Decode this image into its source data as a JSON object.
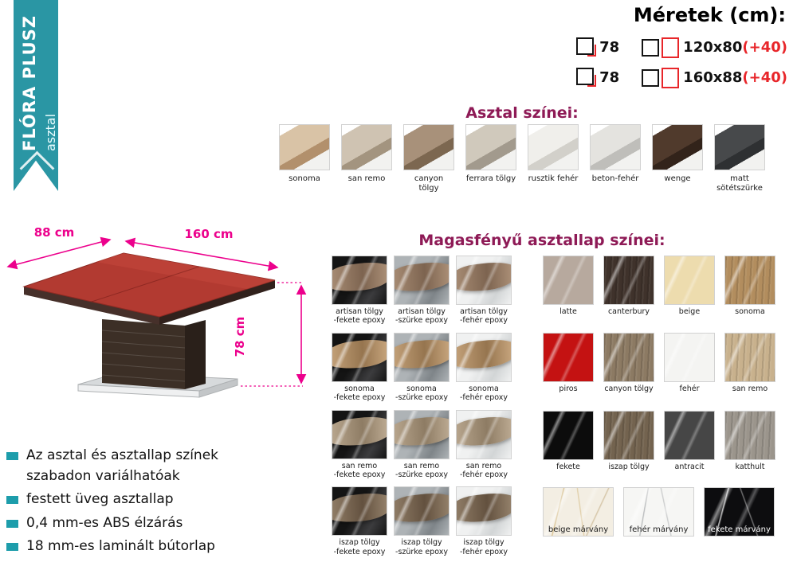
{
  "ribbon": {
    "title": "FLÓRA PLUSZ",
    "subtitle": "asztal",
    "color": "#2a96a4"
  },
  "sizes": {
    "title": "Méretek (cm):",
    "rows": [
      {
        "height": "78",
        "size": "120x80",
        "extra": "(+40)"
      },
      {
        "height": "78",
        "size": "160x88",
        "extra": "(+40)"
      }
    ]
  },
  "table_colors": {
    "title": "Asztal színei:",
    "items": [
      {
        "label": "sonoma",
        "key": "c-sonoma"
      },
      {
        "label": "san remo",
        "key": "c-sanremo"
      },
      {
        "label": "canyon tölgy",
        "key": "c-canyon"
      },
      {
        "label": "ferrara tölgy",
        "key": "c-ferrara"
      },
      {
        "label": "rusztik fehér",
        "key": "c-rusztik"
      },
      {
        "label": "beton-fehér",
        "key": "c-beton"
      },
      {
        "label": "wenge",
        "key": "c-wenge"
      },
      {
        "label": "matt sötétszürke",
        "key": "c-sotetszurke"
      }
    ]
  },
  "diagram": {
    "width_label": "88 cm",
    "length_label": "160 cm",
    "height_label": "78 cm",
    "accent": "#ec008c",
    "top_color": "#b23a31"
  },
  "top_colors": {
    "title": "Magasfényű asztallap színei:",
    "epoxy_items": [
      {
        "label1": "artisan tölgy",
        "label2": "-fekete epoxy",
        "wood": "wood-artisan",
        "epoxy": "epoxy-fekete"
      },
      {
        "label1": "artisan tölgy",
        "label2": "-szürke epoxy",
        "wood": "wood-artisan",
        "epoxy": "epoxy-szurke"
      },
      {
        "label1": "artisan tölgy",
        "label2": "-fehér epoxy",
        "wood": "wood-artisan",
        "epoxy": "epoxy-feher"
      },
      {
        "label1": "sonoma",
        "label2": "-fekete epoxy",
        "wood": "wood-sonoma",
        "epoxy": "epoxy-fekete"
      },
      {
        "label1": "sonoma",
        "label2": "-szürke epoxy",
        "wood": "wood-sonoma",
        "epoxy": "epoxy-szurke"
      },
      {
        "label1": "sonoma",
        "label2": "-fehér epoxy",
        "wood": "wood-sonoma",
        "epoxy": "epoxy-feher"
      },
      {
        "label1": "san remo",
        "label2": "-fekete epoxy",
        "wood": "wood-sanremo",
        "epoxy": "epoxy-fekete"
      },
      {
        "label1": "san remo",
        "label2": "-szürke epoxy",
        "wood": "wood-sanremo",
        "epoxy": "epoxy-szurke"
      },
      {
        "label1": "san remo",
        "label2": "-fehér epoxy",
        "wood": "wood-sanremo",
        "epoxy": "epoxy-feher"
      },
      {
        "label1": "iszap tölgy",
        "label2": "-fekete epoxy",
        "wood": "wood-iszap",
        "epoxy": "epoxy-fekete"
      },
      {
        "label1": "iszap tölgy",
        "label2": "-szürke epoxy",
        "wood": "wood-iszap",
        "epoxy": "epoxy-szurke"
      },
      {
        "label1": "iszap tölgy",
        "label2": "-fehér epoxy",
        "wood": "wood-iszap",
        "epoxy": "epoxy-feher"
      }
    ],
    "solid_items": [
      {
        "label": "latte",
        "key": "s-latte"
      },
      {
        "label": "canterbury",
        "key": "s-canterbury",
        "extra": "grain"
      },
      {
        "label": "beige",
        "key": "s-beige"
      },
      {
        "label": "sonoma",
        "key": "s-sonoma",
        "extra": "grain"
      },
      {
        "label": "piros",
        "key": "s-piros"
      },
      {
        "label": "canyon tölgy",
        "key": "s-canyon",
        "extra": "grain"
      },
      {
        "label": "fehér",
        "key": "s-feher"
      },
      {
        "label": "san remo",
        "key": "s-sanremo",
        "extra": "grain"
      },
      {
        "label": "fekete",
        "key": "s-fekete"
      },
      {
        "label": "iszap tölgy",
        "key": "s-iszap",
        "extra": "grain"
      },
      {
        "label": "antracit",
        "key": "s-antracit"
      },
      {
        "label": "katthult",
        "key": "s-katthult",
        "extra": "grain"
      }
    ],
    "marble_items": [
      {
        "label": "beige márvány",
        "key": "m-beige",
        "label_class": "lab-dark"
      },
      {
        "label": "fehér márvány",
        "key": "m-feher",
        "label_class": "lab-dark"
      },
      {
        "label": "fekete márvány",
        "key": "m-fekete",
        "label_class": "lab-light"
      }
    ]
  },
  "features": {
    "items": [
      {
        "text": "Az asztal és asztallap színek szabadon variálhatóak"
      },
      {
        "text": "festett üveg asztallap"
      },
      {
        "text": "0,4 mm-es ABS élzárás"
      },
      {
        "text": "18 mm-es laminált bútorlap"
      }
    ]
  }
}
